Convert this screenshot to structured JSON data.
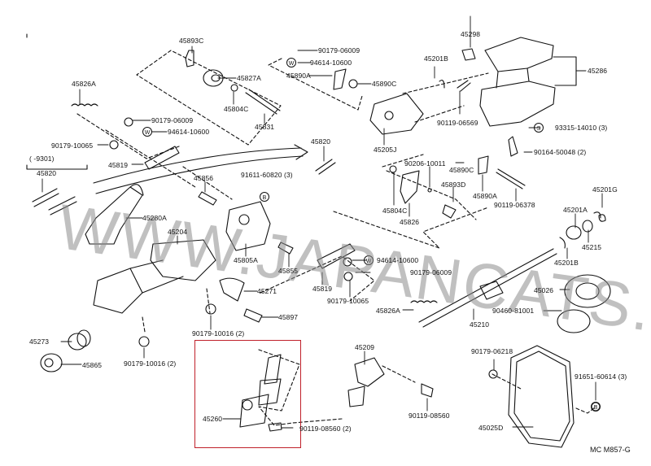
{
  "diagram": {
    "type": "exploded parts diagram",
    "subject": "steering column assembly",
    "reference_code": "MC M857-G",
    "watermark": "WWW.JAPANCATS.RU",
    "highlight_color": "#c0202a",
    "bracket_note": "(      -9301)"
  },
  "labels": {
    "p45893C": "45893C",
    "p45827A": "45827A",
    "p45804C_top": "45804C",
    "p45831": "45831",
    "p45826A_top": "45826A",
    "p90179_06009_a": "90179-06009",
    "p94614_10600_a": "94614-10600",
    "p90179_10065_a": "90179-10065",
    "p45819_a": "45819",
    "p45820_left": "45820",
    "p90179_06009_b": "90179-06009",
    "p94614_10600_b": "94614-10600",
    "p45890A_top": "45890A",
    "p45890C_top": "45890C",
    "p45205J": "45205J",
    "p45820_mid": "45820",
    "p45201B_top": "45201B",
    "p45298": "45298",
    "p45286": "45286",
    "p90119_06569": "90119-06569",
    "p93315_14010": "93315-14010 (3)",
    "p90164_50048": "90164-50048 (2)",
    "p90206_10011": "90206-10011",
    "p45890C_mid": "45890C",
    "p45893D": "45893D",
    "p45890A_mid": "45890A",
    "p90119_06378": "90119-06378",
    "p45804C_mid": "45804C",
    "p45826": "45826",
    "p45856": "45856",
    "p91611_60820": "91611-60820 (3)",
    "p45280A": "45280A",
    "p45204": "45204",
    "p45805A": "45805A",
    "p45855": "45855",
    "p45819_b": "45819",
    "p94614_10600_c": "94614-10600",
    "p90179_06009_c": "90179-06009",
    "p90179_10065_b": "90179-10065",
    "p45826A_mid": "45826A",
    "p45271": "45271",
    "p45897": "45897",
    "p90179_10016_a": "90179-10016 (2)",
    "p90179_10016_b": "90179-10016 (2)",
    "p45273": "45273",
    "p45865": "45865",
    "p45260": "45260",
    "p90119_08560_a": "90119-08560 (2)",
    "p45209": "45209",
    "p90119_08560_b": "90119-08560",
    "p45201G": "45201G",
    "p45201A": "45201A",
    "p45215": "45215",
    "p45201B_mid": "45201B",
    "p45026": "45026",
    "p45210": "45210",
    "p90460_81001": "90460-81001",
    "p90179_06218": "90179-06218",
    "p91651_60614": "91651-60614 (3)",
    "p45025D": "45025D"
  },
  "symbols": {
    "washer": "W",
    "screw_s": "S",
    "bolt_b": "B"
  }
}
